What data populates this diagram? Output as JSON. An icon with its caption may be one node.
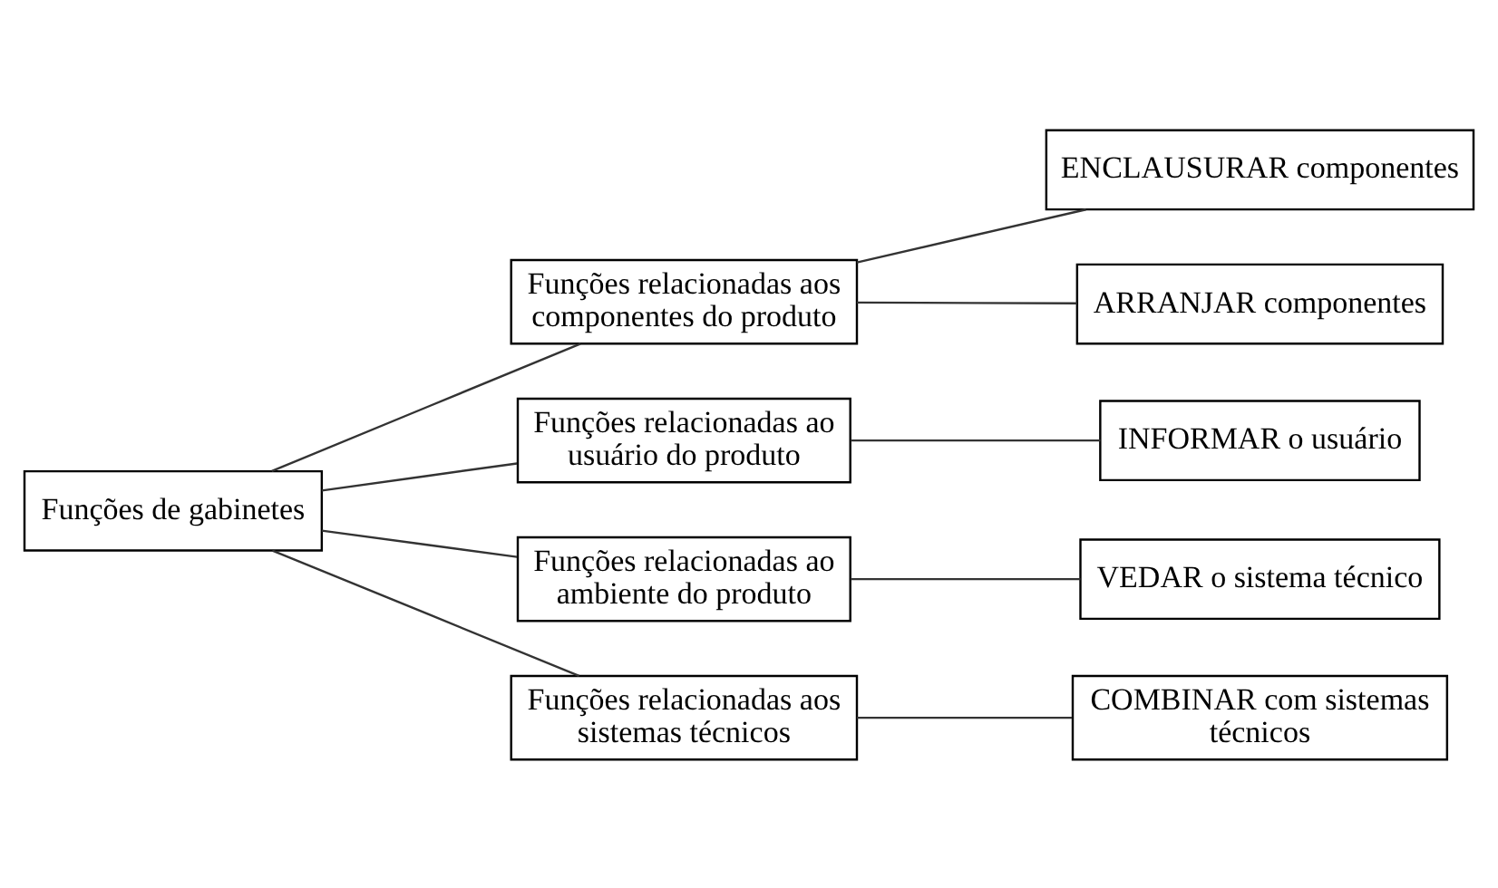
{
  "diagram": {
    "nodes": [
      {
        "text": [
          "Funções de gabinetes"
        ]
      },
      {
        "text": [
          "Funções relacionadas aos componentes do produto"
        ]
      },
      {
        "text": [
          "ENCLAUSURAR componentes"
        ]
      },
      {
        "text": [
          "ARRANJAR componentes"
        ]
      },
      {
        "text": [
          "Funções relacionadas ao usuário do produto"
        ]
      },
      {
        "text": [
          "INFORMAR o usuário"
        ]
      },
      {
        "text": [
          "Funções relacionadas ao ambiente do produto"
        ]
      },
      {
        "text": [
          "VEDAR o sistema técnico"
        ]
      },
      {
        "text": [
          "Funções relacionadas aos sistemas técnicos"
        ]
      },
      {
        "text": [
          "COMBINAR com sistemas técnicos"
        ]
      }
    ],
    "edges": [
      {
        "from": 0,
        "to": 1,
        "arrow": "none"
      },
      {
        "from": 0,
        "to": 4,
        "arrow": "none"
      },
      {
        "from": 0,
        "to": 6,
        "arrow": "none"
      },
      {
        "from": 0,
        "to": 8,
        "arrow": "none"
      },
      {
        "from": 1,
        "to": 2,
        "arrow": "none"
      },
      {
        "from": 1,
        "to": 3,
        "arrow": "none"
      },
      {
        "from": 4,
        "to": 5,
        "arrow": "none"
      },
      {
        "from": 6,
        "to": 7,
        "arrow": "none"
      },
      {
        "from": 8,
        "to": 9,
        "arrow": "none"
      }
    ]
  }
}
